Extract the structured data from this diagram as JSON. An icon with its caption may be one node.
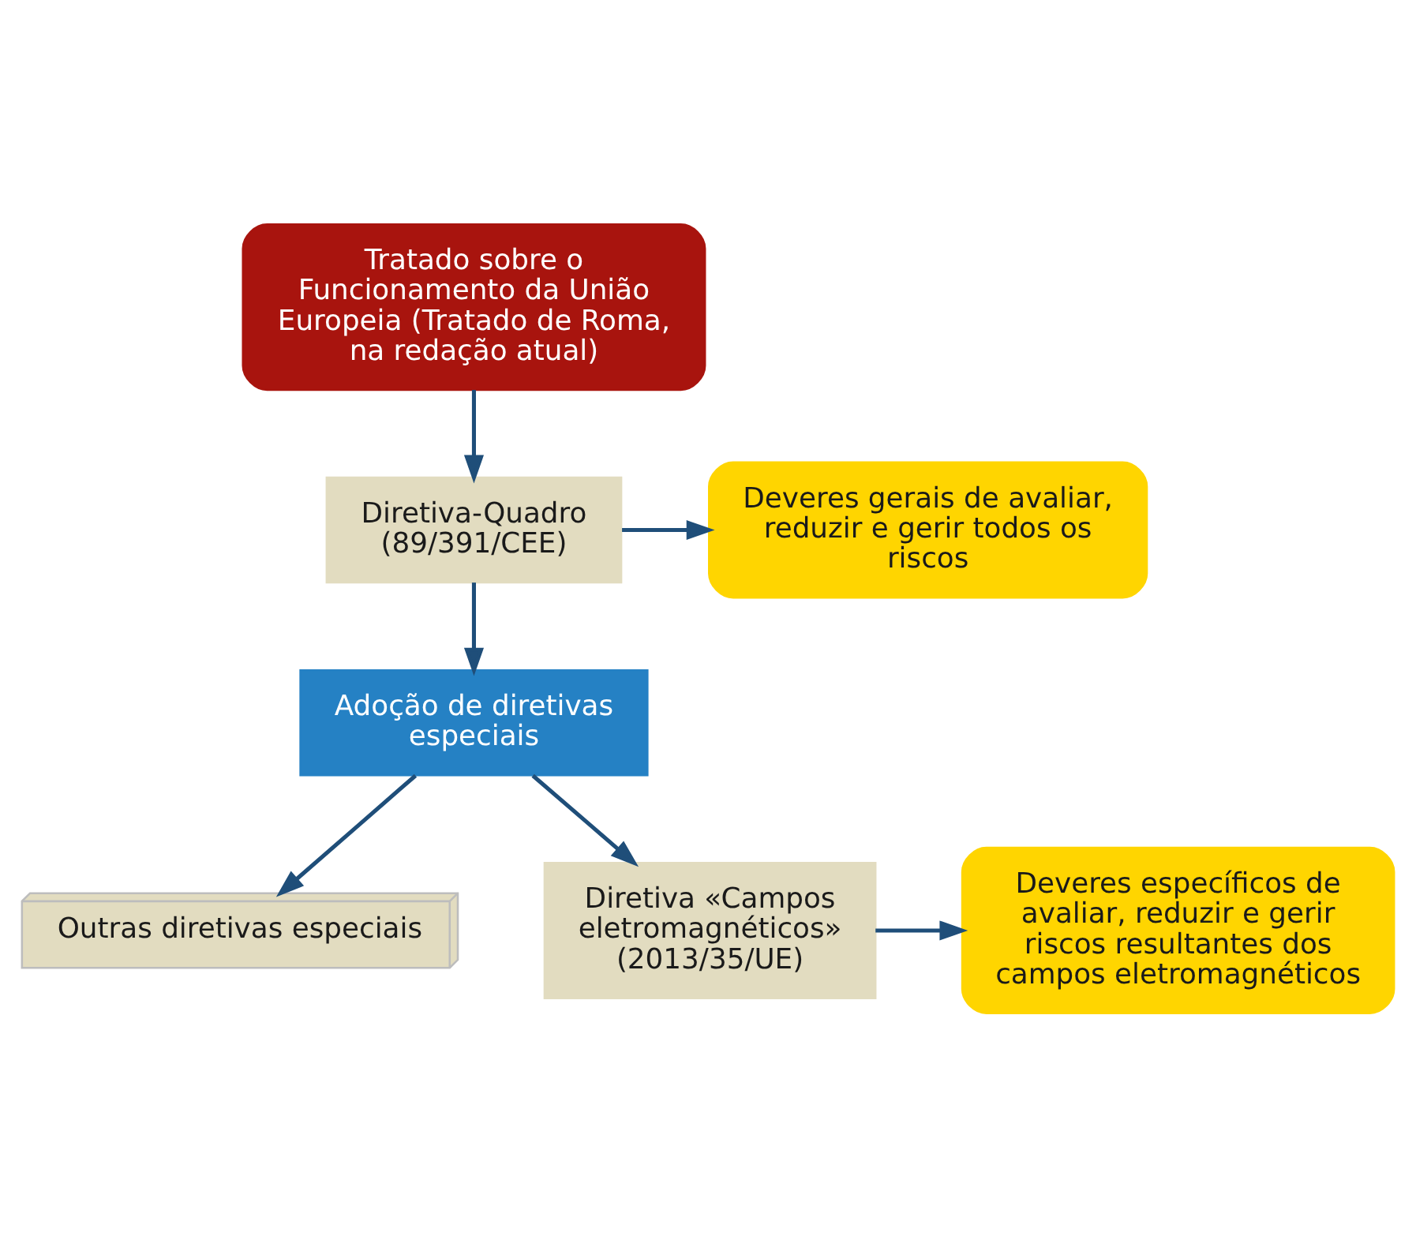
{
  "diagram": {
    "nodes": [
      {
        "text": [
          "Tratado sobre o Funcionamento da União Europeia (Tratado de Roma, na redação atual)"
        ]
      },
      {
        "text": [
          "Diretiva-Quadro (89/391/CEE)"
        ]
      },
      {
        "text": [
          "Deveres gerais de avaliar, reduzir e gerir todos os riscos"
        ]
      },
      {
        "text": [
          "Adoção de diretivas especiais"
        ]
      },
      {
        "text": [
          "Outras diretivas especiais"
        ]
      },
      {
        "text": [
          "Diretiva «Campos eletromagnéticos» (2013/35/UE)"
        ]
      },
      {
        "text": [
          "Deveres específicos de avaliar, reduzir e gerir riscos resultantes dos campos eletromagnéticos"
        ]
      }
    ],
    "edges": [
      {
        "from": 0,
        "to": 1,
        "arrow": "to"
      },
      {
        "from": 1,
        "to": 2,
        "arrow": "to"
      },
      {
        "from": 1,
        "to": 3,
        "arrow": "to"
      },
      {
        "from": 3,
        "to": 4,
        "arrow": "to"
      },
      {
        "from": 3,
        "to": 5,
        "arrow": "to"
      },
      {
        "from": 5,
        "to": 6,
        "arrow": "to"
      }
    ]
  }
}
